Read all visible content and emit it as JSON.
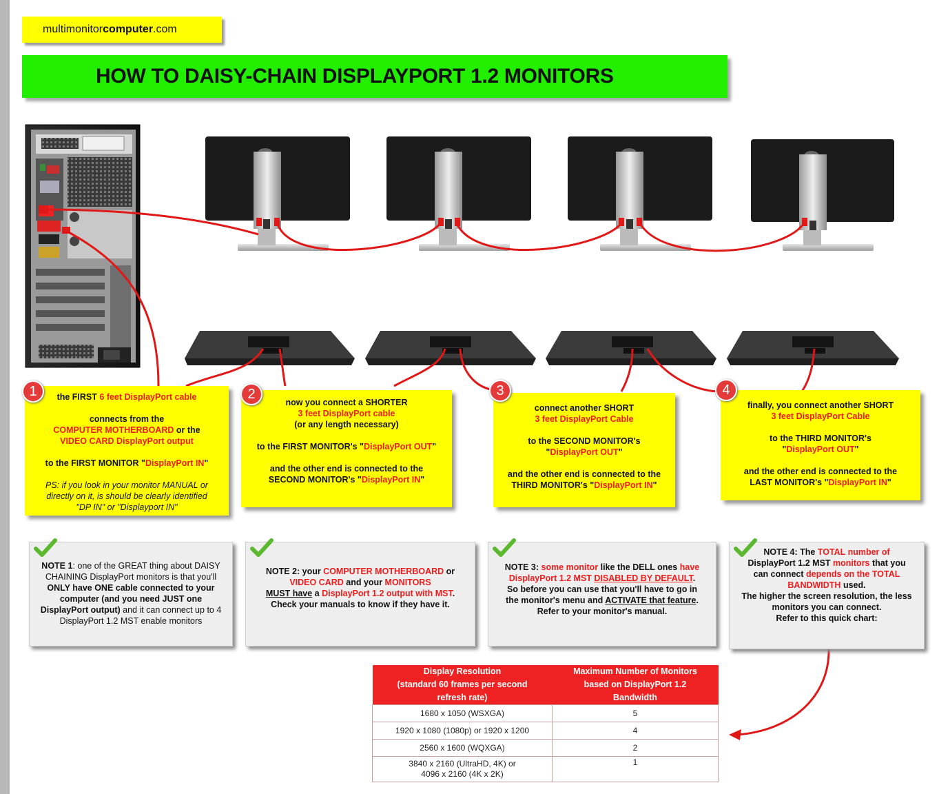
{
  "brand": {
    "prefix": "multi",
    "mid": "monitor",
    "bold": "computer",
    "suffix": ".com"
  },
  "title": "HOW TO DAISY-CHAIN DISPLAYPORT 1.2 MONITORS",
  "steps": [
    {
      "num": "1",
      "l1a": "the FIRST ",
      "l1b": "6 feet DisplayPort cable",
      "l2": "connects from the",
      "l3a": "COMPUTER MOTHERBOARD",
      "l3b": " or the",
      "l4": "VIDEO CARD DisplayPort output",
      "l5a": "to the FIRST MONITOR \"",
      "l5b": "DisplayPort IN",
      "l5c": "\"",
      "ps1": "PS: if you look in your monitor MANUAL or",
      "ps2": "directly on it, is should be clearly identified",
      "ps3": "\"DP IN\" or \"Displayport IN\""
    },
    {
      "num": "2",
      "l1": "now you connect a SHORTER",
      "l2": "3 feet DisplayPort cable",
      "l3": "(or any length necessary)",
      "l4a": "to the FIRST MONITOR's \"",
      "l4b": "DisplayPort OUT",
      "l4c": "\"",
      "l5": "and the other end is connected to the",
      "l6a": "SECOND MONITOR's \"",
      "l6b": "DisplayPort IN",
      "l6c": "\""
    },
    {
      "num": "3",
      "l1": "connect another SHORT",
      "l2": "3 feet DisplayPort Cable",
      "l3": "to the SECOND MONITOR's",
      "l4a": "\"",
      "l4b": "DisplayPort OUT",
      "l4c": "\"",
      "l5": "and the other end is connected to the",
      "l6a": "THIRD MONITOR's \"",
      "l6b": "DisplayPort IN",
      "l6c": "\""
    },
    {
      "num": "4",
      "l1": "finally, you connect another SHORT",
      "l2": "3 feet DisplayPort Cable",
      "l3": "to the THIRD MONITOR's",
      "l4a": "\"",
      "l4b": "DisplayPort OUT",
      "l4c": "\"",
      "l5": "and the other end is connected to the",
      "l6a": "LAST MONITOR's \"",
      "l6b": "DisplayPort IN",
      "l6c": "\""
    }
  ],
  "notes": {
    "n1": {
      "h": "NOTE 1",
      "t1": ": one of the GREAT thing about DAISY",
      "t2": "CHAINING DisplayPort monitors is that you'll",
      "t3": "ONLY have ONE cable connected to your",
      "t4": "computer (and you need JUST one",
      "t5a": "DisplayPort output)",
      "t5b": " and it can connect up to 4",
      "t6": "DisplayPort 1.2 MST enable monitors"
    },
    "n2": {
      "a": "NOTE 2: your ",
      "b": "COMPUTER MOTHERBOARD",
      "c": " or",
      "d": "VIDEO CARD",
      "e": " and your ",
      "f": "MONITORS",
      "g": "MUST have",
      "h": " a ",
      "i": "DisplayPort 1.2 output with MST",
      "j": ".",
      "k": "Check your manuals to know if they have it."
    },
    "n3": {
      "a": "NOTE 3: ",
      "b": "some monitor",
      "c": " like the DELL ones ",
      "d": "have",
      "e": "DisplayPort 1.2 MST ",
      "f": "DISABLED BY DEFAULT",
      "g": ".",
      "h": "So before you can use that you'll have to go in",
      "i": "the monitor's menu and ",
      "j": "ACTIVATE that feature",
      "k": ".",
      "l": "Refer to your monitor's manual."
    },
    "n4": {
      "a": "NOTE 4: The ",
      "b": "TOTAL number of",
      "c": "DisplayPort 1.2 MST ",
      "d": "monitors",
      "e": " that you",
      "f": "can connect ",
      "g": "depends on the TOTAL",
      "h": "BANDWIDTH",
      "i": " used.",
      "j": "The higher the screen resolution, the less",
      "k": "monitors you can connect.",
      "l": "Refer to this quick chart:"
    }
  },
  "table": {
    "h1a": "Display Resolution",
    "h1b": "(standard 60 frames per second",
    "h1c": "refresh rate)",
    "h2a": "Maximum Number of Monitors",
    "h2b": "based on DisplayPort 1.2",
    "h2c": "Bandwidth",
    "rows": [
      {
        "res": "1680 x 1050 (WSXGA)",
        "max": "5"
      },
      {
        "res": "1920 x 1080 (1080p) or 1920 x 1200",
        "max": "4"
      },
      {
        "res": "2560 x 1600 (WQXGA)",
        "max": "2"
      },
      {
        "res1": "3840 x 2160 (UltraHD, 4K) or",
        "res2": "4096 x 2160 (4K x 2K)",
        "max": "1"
      }
    ]
  },
  "colors": {
    "yellow": "#ffff00",
    "green": "#22ee00",
    "red": "#ee1c1c",
    "cable": "#e01818"
  }
}
